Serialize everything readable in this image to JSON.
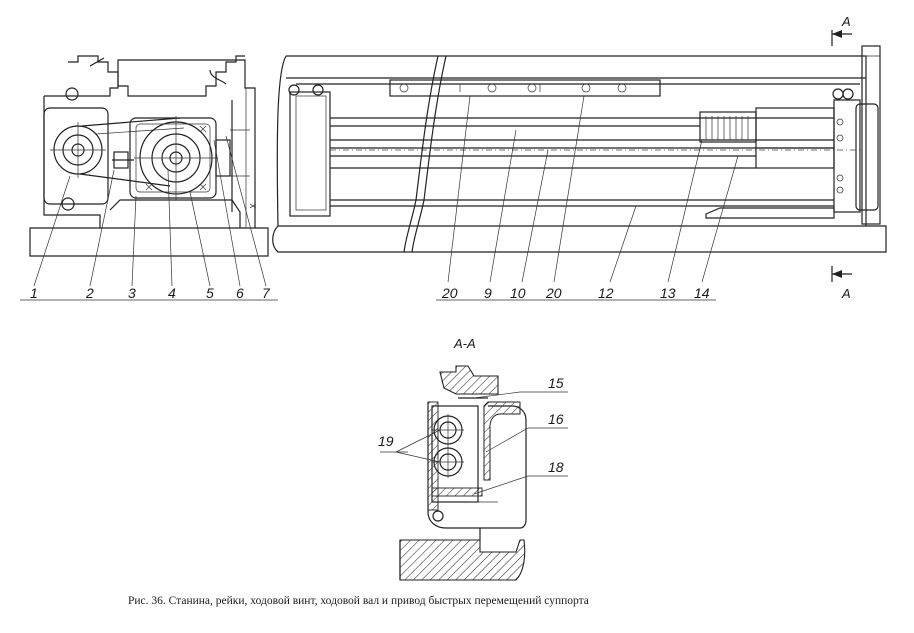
{
  "figure": {
    "left_callouts": [
      "1",
      "2",
      "3",
      "4",
      "5",
      "6",
      "7"
    ],
    "right_callouts": [
      "20",
      "9",
      "10",
      "20",
      "12",
      "13",
      "14"
    ],
    "section_callouts": [
      "15",
      "16",
      "19",
      "18"
    ],
    "section_marker": "A",
    "section_title": "А-А",
    "caption": "Рис. 36. Станина, рейки, ходовой винт, ходовой вал и привод быстрых перемещений суппорта"
  }
}
